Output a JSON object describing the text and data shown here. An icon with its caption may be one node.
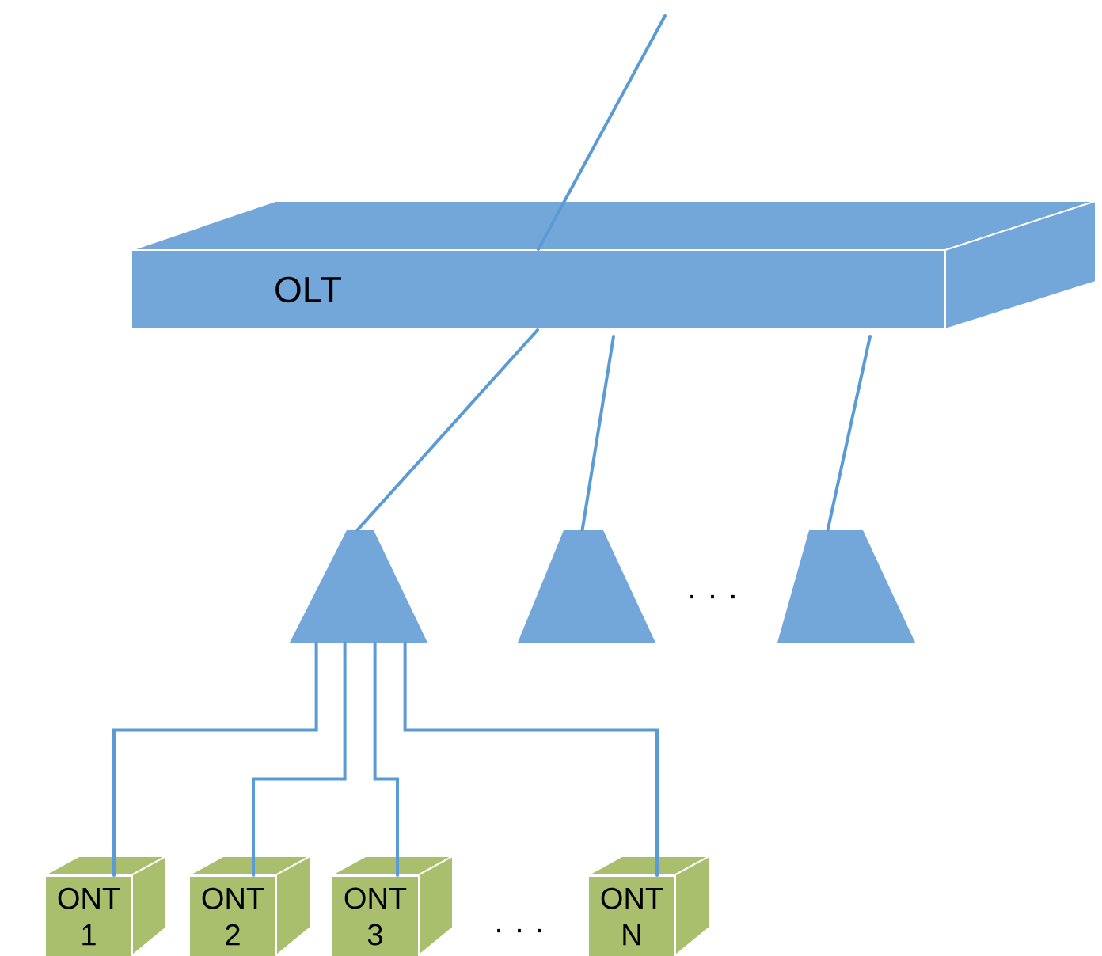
{
  "diagram": {
    "nodes": [
      {
        "text": [
          "OLT"
        ]
      },
      {
        "text": [],
        "shape": "trapezoid"
      },
      {
        "text": [],
        "shape": "trapezoid"
      },
      {
        "text": [],
        "shape": "trapezoid"
      },
      {
        "text": [
          "ONT 1"
        ]
      },
      {
        "text": [
          "ONT 2"
        ]
      },
      {
        "text": [
          "ONT 3"
        ]
      },
      {
        "text": [
          "ONT N"
        ]
      }
    ],
    "edges": [
      {
        "from": null,
        "to": 0,
        "arrow": "none"
      },
      {
        "from": 0,
        "to": 1,
        "arrow": "none"
      },
      {
        "from": 0,
        "to": 2,
        "arrow": "none"
      },
      {
        "from": 0,
        "to": 3,
        "arrow": "none"
      },
      {
        "from": 1,
        "to": 4,
        "arrow": "none"
      },
      {
        "from": 1,
        "to": 5,
        "arrow": "none"
      },
      {
        "from": 1,
        "to": 6,
        "arrow": "none"
      },
      {
        "from": 1,
        "to": 7,
        "arrow": "none"
      }
    ],
    "labels": [
      ". . .",
      ". . ."
    ]
  }
}
